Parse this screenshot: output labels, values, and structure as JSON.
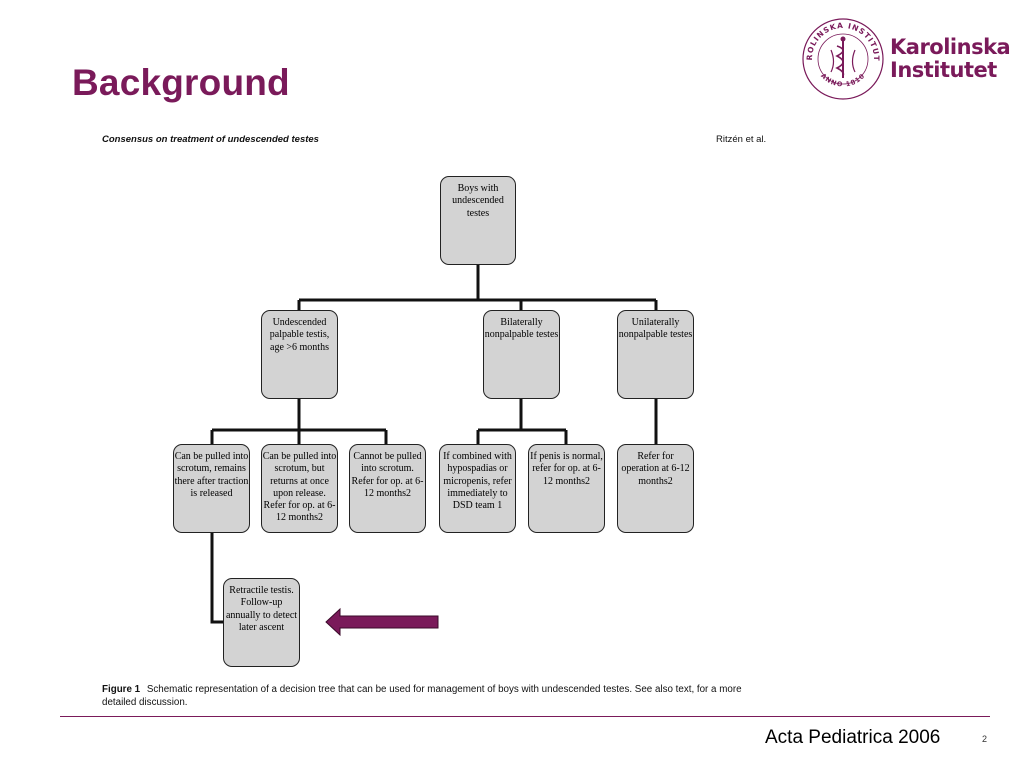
{
  "slide": {
    "title": "Background",
    "source": "Acta Pediatrica 2006",
    "page_number": "2"
  },
  "logo": {
    "line1": "Karolinska",
    "line2": "Institutet",
    "seal_text": "KAROLINSKA INSTITUTET · ANNO 1810",
    "icon": "karolinska-seal-icon",
    "color": "#7a1a5a"
  },
  "figure": {
    "heading": "Consensus on treatment of undescended testes",
    "authors": "Ritzén et al.",
    "caption_label": "Figure 1",
    "caption_text": "Schematic representation of a decision tree that can be used for management of boys with undescended testes. See also text, for a more detailed discussion."
  },
  "tree": {
    "root": "Boys with undescended testes",
    "palpable": "Undescended palpable testis, age >6 months",
    "bilateral": "Bilaterally nonpalpable testes",
    "unilateral": "Unilaterally nonpalpable testes",
    "pulled_remains": "Can be pulled into scrotum, remains there after traction is released",
    "pulled_returns": "Can be pulled into scrotum, but returns at once upon release. Refer for op. at 6-12 months2",
    "cannot_pull": "Cannot be pulled into scrotum. Refer for op. at 6-12 months2",
    "hypospadias": "If combined with hypospadias or micropenis, refer immediately to DSD team 1",
    "penis_normal": "If penis is normal, refer for op. at 6-12 months2",
    "refer_operation": "Refer for operation at 6-12 months2",
    "retractile": "Retractile testis. Follow-up annually to detect later ascent"
  },
  "colors": {
    "accent": "#7a1a5a",
    "node_fill": "#d3d3d3",
    "arrow": "#7a1a5a"
  }
}
